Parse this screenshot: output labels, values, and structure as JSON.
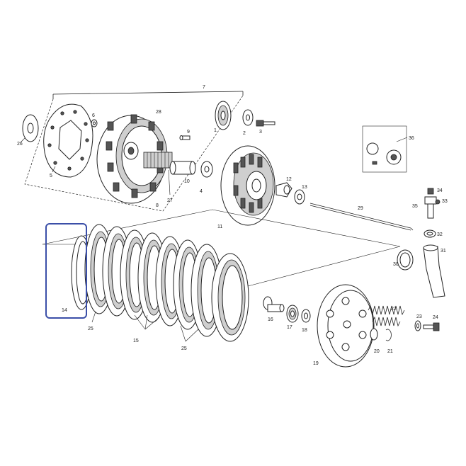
{
  "diagram": {
    "part_labels": {
      "p1": "1",
      "p2": "2",
      "p3": "3",
      "p4": "4",
      "p5": "5",
      "p6": "6",
      "p7": "7",
      "p8": "8",
      "p9": "9",
      "p10": "10",
      "p11": "11",
      "p12": "12",
      "p13": "13",
      "p14": "14",
      "p15": "15",
      "p16": "16",
      "p17": "17",
      "p18": "18",
      "p19": "19",
      "p20": "20",
      "p21": "21",
      "p22": "22",
      "p23": "23",
      "p24": "24",
      "p25a": "25",
      "p25b": "25",
      "p26": "26",
      "p27": "27",
      "p28": "28",
      "p29": "29",
      "p30": "30",
      "p31": "31",
      "p32": "32",
      "p33": "33",
      "p34": "34",
      "p35": "35",
      "p36": "36"
    },
    "highlight": {
      "target_part": "14",
      "color": "#3b4fa8"
    }
  }
}
